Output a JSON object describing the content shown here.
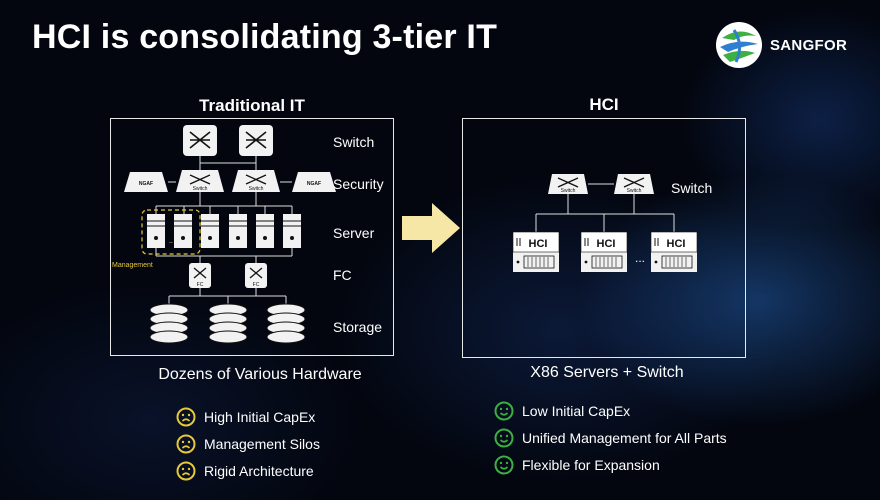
{
  "title": "HCI is consolidating 3-tier IT",
  "brand": {
    "name": "SANGFOR",
    "colors": {
      "green": "#3cb043",
      "blue": "#2f7fd0",
      "yellow": "#e6c83a",
      "arrow": "#f7e7a6"
    }
  },
  "left": {
    "title": "Traditional IT",
    "labels": {
      "switch": "Switch",
      "security": "Security",
      "server": "Server",
      "fc": "FC",
      "storage": "Storage"
    },
    "device_text": {
      "ngaf": "NGAF",
      "switch": "Switch",
      "fc": "FC"
    },
    "management_label": "Management",
    "caption": "Dozens of Various Hardware",
    "points": [
      {
        "icon": "frown-face-icon",
        "text": "High Initial CapEx"
      },
      {
        "icon": "frown-face-icon",
        "text": "Management Silos"
      },
      {
        "icon": "frown-face-icon",
        "text": "Rigid Architecture"
      }
    ]
  },
  "right": {
    "title": "HCI",
    "labels": {
      "switch": "Switch"
    },
    "device_text": {
      "switch": "Switch",
      "hci": "HCI",
      "ellipsis": "..."
    },
    "caption": "X86 Servers + Switch",
    "points": [
      {
        "icon": "smile-face-icon",
        "text": "Low Initial CapEx"
      },
      {
        "icon": "smile-face-icon",
        "text": "Unified Management for All Parts"
      },
      {
        "icon": "smile-face-icon",
        "text": "Flexible for Expansion"
      }
    ]
  }
}
